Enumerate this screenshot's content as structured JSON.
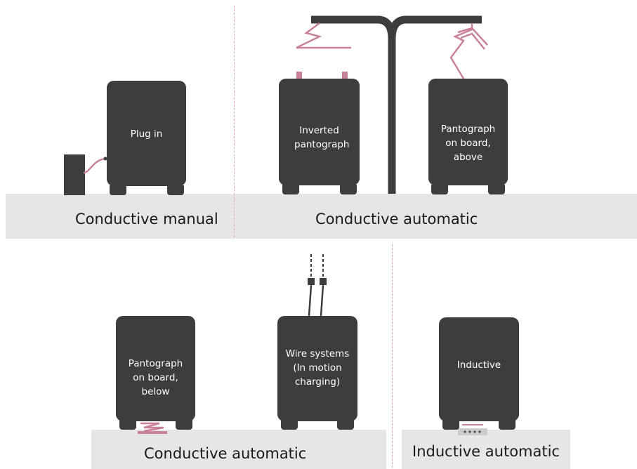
{
  "colors": {
    "vehicle": "#3d3d3d",
    "connector": "#c9819b",
    "ground": "#e6e6e6",
    "divider": "#e8a7b7"
  },
  "top_row": {
    "manual": {
      "category_label": "Conductive manual",
      "vehicle_label": "Plug in"
    },
    "automatic": {
      "category_label": "Conductive automatic",
      "inverted_label": "Inverted pantograph",
      "above_label": "Pantograph on board, above"
    }
  },
  "bottom_row": {
    "automatic": {
      "category_label": "Conductive automatic",
      "below_label": "Pantograph on board, below",
      "wire_label": "Wire systems (In motion charging)"
    },
    "inductive": {
      "category_label": "Inductive automatic",
      "vehicle_label": "Inductive"
    }
  }
}
